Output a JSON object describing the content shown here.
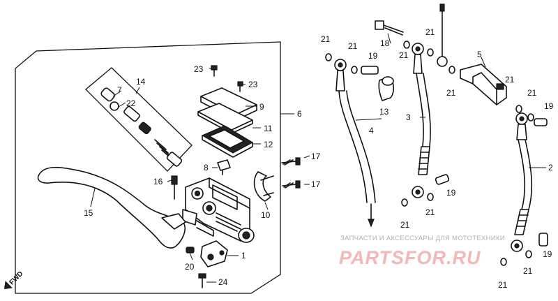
{
  "diagram": {
    "parts": [
      {
        "id": "p1",
        "label": "1"
      },
      {
        "id": "p2",
        "label": "2"
      },
      {
        "id": "p3",
        "label": "3"
      },
      {
        "id": "p4",
        "label": "4"
      },
      {
        "id": "p5",
        "label": "5"
      },
      {
        "id": "p6",
        "label": "6"
      },
      {
        "id": "p7",
        "label": "7"
      },
      {
        "id": "p8",
        "label": "8"
      },
      {
        "id": "p9",
        "label": "9"
      },
      {
        "id": "p10",
        "label": "10"
      },
      {
        "id": "p11",
        "label": "11"
      },
      {
        "id": "p12",
        "label": "12"
      },
      {
        "id": "p13",
        "label": "13"
      },
      {
        "id": "p14",
        "label": "14"
      },
      {
        "id": "p15",
        "label": "15"
      },
      {
        "id": "p16",
        "label": "16"
      },
      {
        "id": "p17a",
        "label": "17"
      },
      {
        "id": "p17b",
        "label": "17"
      },
      {
        "id": "p18",
        "label": "18"
      },
      {
        "id": "p19a",
        "label": "19"
      },
      {
        "id": "p19b",
        "label": "19"
      },
      {
        "id": "p19c",
        "label": "19"
      },
      {
        "id": "p19d",
        "label": "19"
      },
      {
        "id": "p20",
        "label": "20"
      },
      {
        "id": "p21a",
        "label": "21"
      },
      {
        "id": "p21b",
        "label": "21"
      },
      {
        "id": "p21c",
        "label": "21"
      },
      {
        "id": "p21d",
        "label": "21"
      },
      {
        "id": "p21e",
        "label": "21"
      },
      {
        "id": "p21f",
        "label": "21"
      },
      {
        "id": "p21g",
        "label": "21"
      },
      {
        "id": "p21h",
        "label": "21"
      },
      {
        "id": "p21i",
        "label": "21"
      },
      {
        "id": "p21j",
        "label": "21"
      },
      {
        "id": "p21k",
        "label": "21"
      },
      {
        "id": "p22",
        "label": "22"
      },
      {
        "id": "p23a",
        "label": "23"
      },
      {
        "id": "p23b",
        "label": "23"
      },
      {
        "id": "p24",
        "label": "24"
      }
    ],
    "direction_label": "FWD"
  },
  "watermark": {
    "tagline": "ЗАПЧАСТИ И АКСЕССУАРЫ ДЛЯ МОТОТЕХНИКИ",
    "logo": "PARTSFOR.RU",
    "color": "#f2b8b8"
  }
}
